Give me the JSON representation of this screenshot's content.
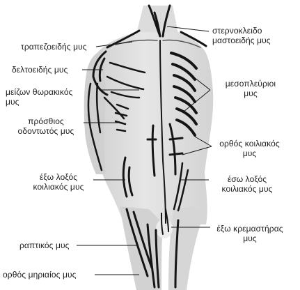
{
  "labels": {
    "sternocleidomastoid": [
      "στερνοκλειδο",
      "μαστοειδής μυς"
    ],
    "trapezius": "τραπεζοειδής μυς",
    "deltoid": "δελτοειδής μυς",
    "pectoralis_major": [
      "μείζων θωρακικός",
      "μυς"
    ],
    "intercostal": [
      "μεσοπλεύριοι",
      "μυς"
    ],
    "serratus_anterior": [
      "πρόσθιος",
      "οδοντωτός μυς"
    ],
    "rectus_abdominis": [
      "ορθός κοιλιακός",
      "μυς"
    ],
    "external_oblique": [
      "έξω λοξός",
      "κοιλιακός μυς"
    ],
    "internal_oblique": [
      "έσω λοξός",
      "κοιλιακός μυς"
    ],
    "cremaster": [
      "έξω κρεμαστήρας",
      "μυς"
    ],
    "sartorius": "ραπτικός μυς",
    "rectus_femoris": "ορθός μηριαίος μυς"
  },
  "colors": {
    "background": "#ffffff",
    "body_fill": "#d7d7d7",
    "body_highlight": "#e8e8e8",
    "muscle_line": "#151515",
    "leader_line": "#151515",
    "text": "#1d1d1d"
  }
}
